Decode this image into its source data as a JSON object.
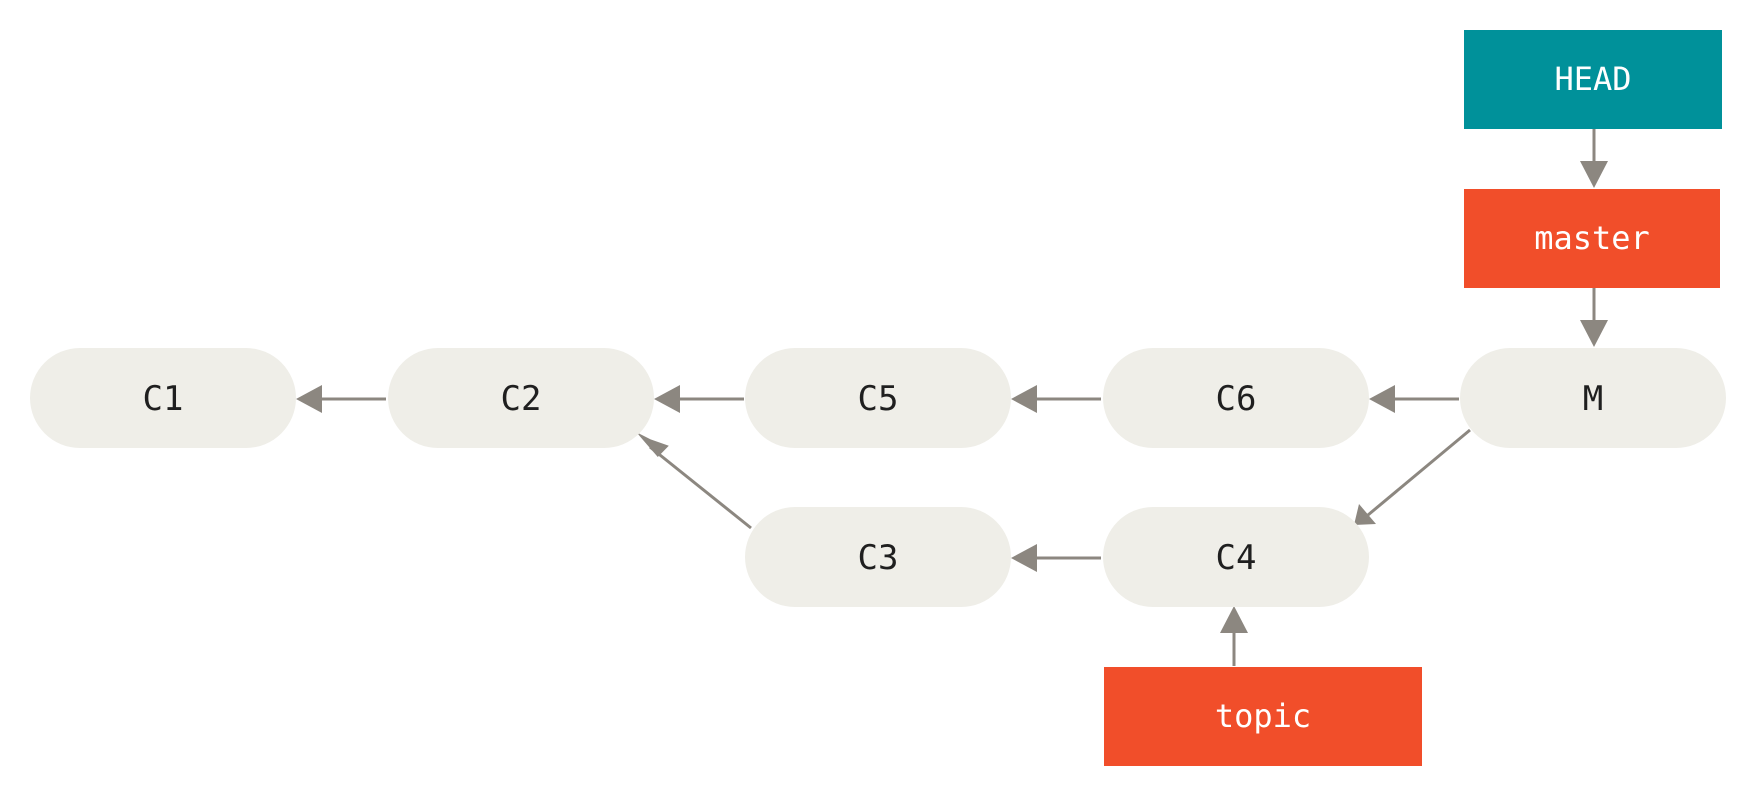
{
  "colors": {
    "commit_fill": "#efeee8",
    "commit_text": "#1f1f1f",
    "branch_fill": "#f14e2a",
    "head_fill": "#00919a",
    "ref_text": "#ffffff",
    "arrow": "#8c8780",
    "background": "#ffffff"
  },
  "commits": {
    "c1": "C1",
    "c2": "C2",
    "c3": "C3",
    "c4": "C4",
    "c5": "C5",
    "c6": "C6",
    "m": "M"
  },
  "refs": {
    "head": "HEAD",
    "master": "master",
    "topic": "topic"
  }
}
